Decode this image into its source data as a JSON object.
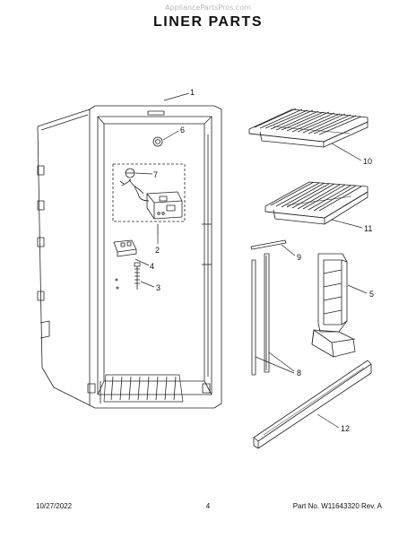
{
  "watermark": "AppliancePartsPros.com",
  "title": "LINER PARTS",
  "callouts": [
    "1",
    "2",
    "3",
    "4",
    "5",
    "6",
    "7",
    "8",
    "9",
    "10",
    "11",
    "12"
  ],
  "footer": {
    "date": "10/27/2022",
    "page": "4",
    "part": "Part No. W11643320  Rev. A"
  }
}
